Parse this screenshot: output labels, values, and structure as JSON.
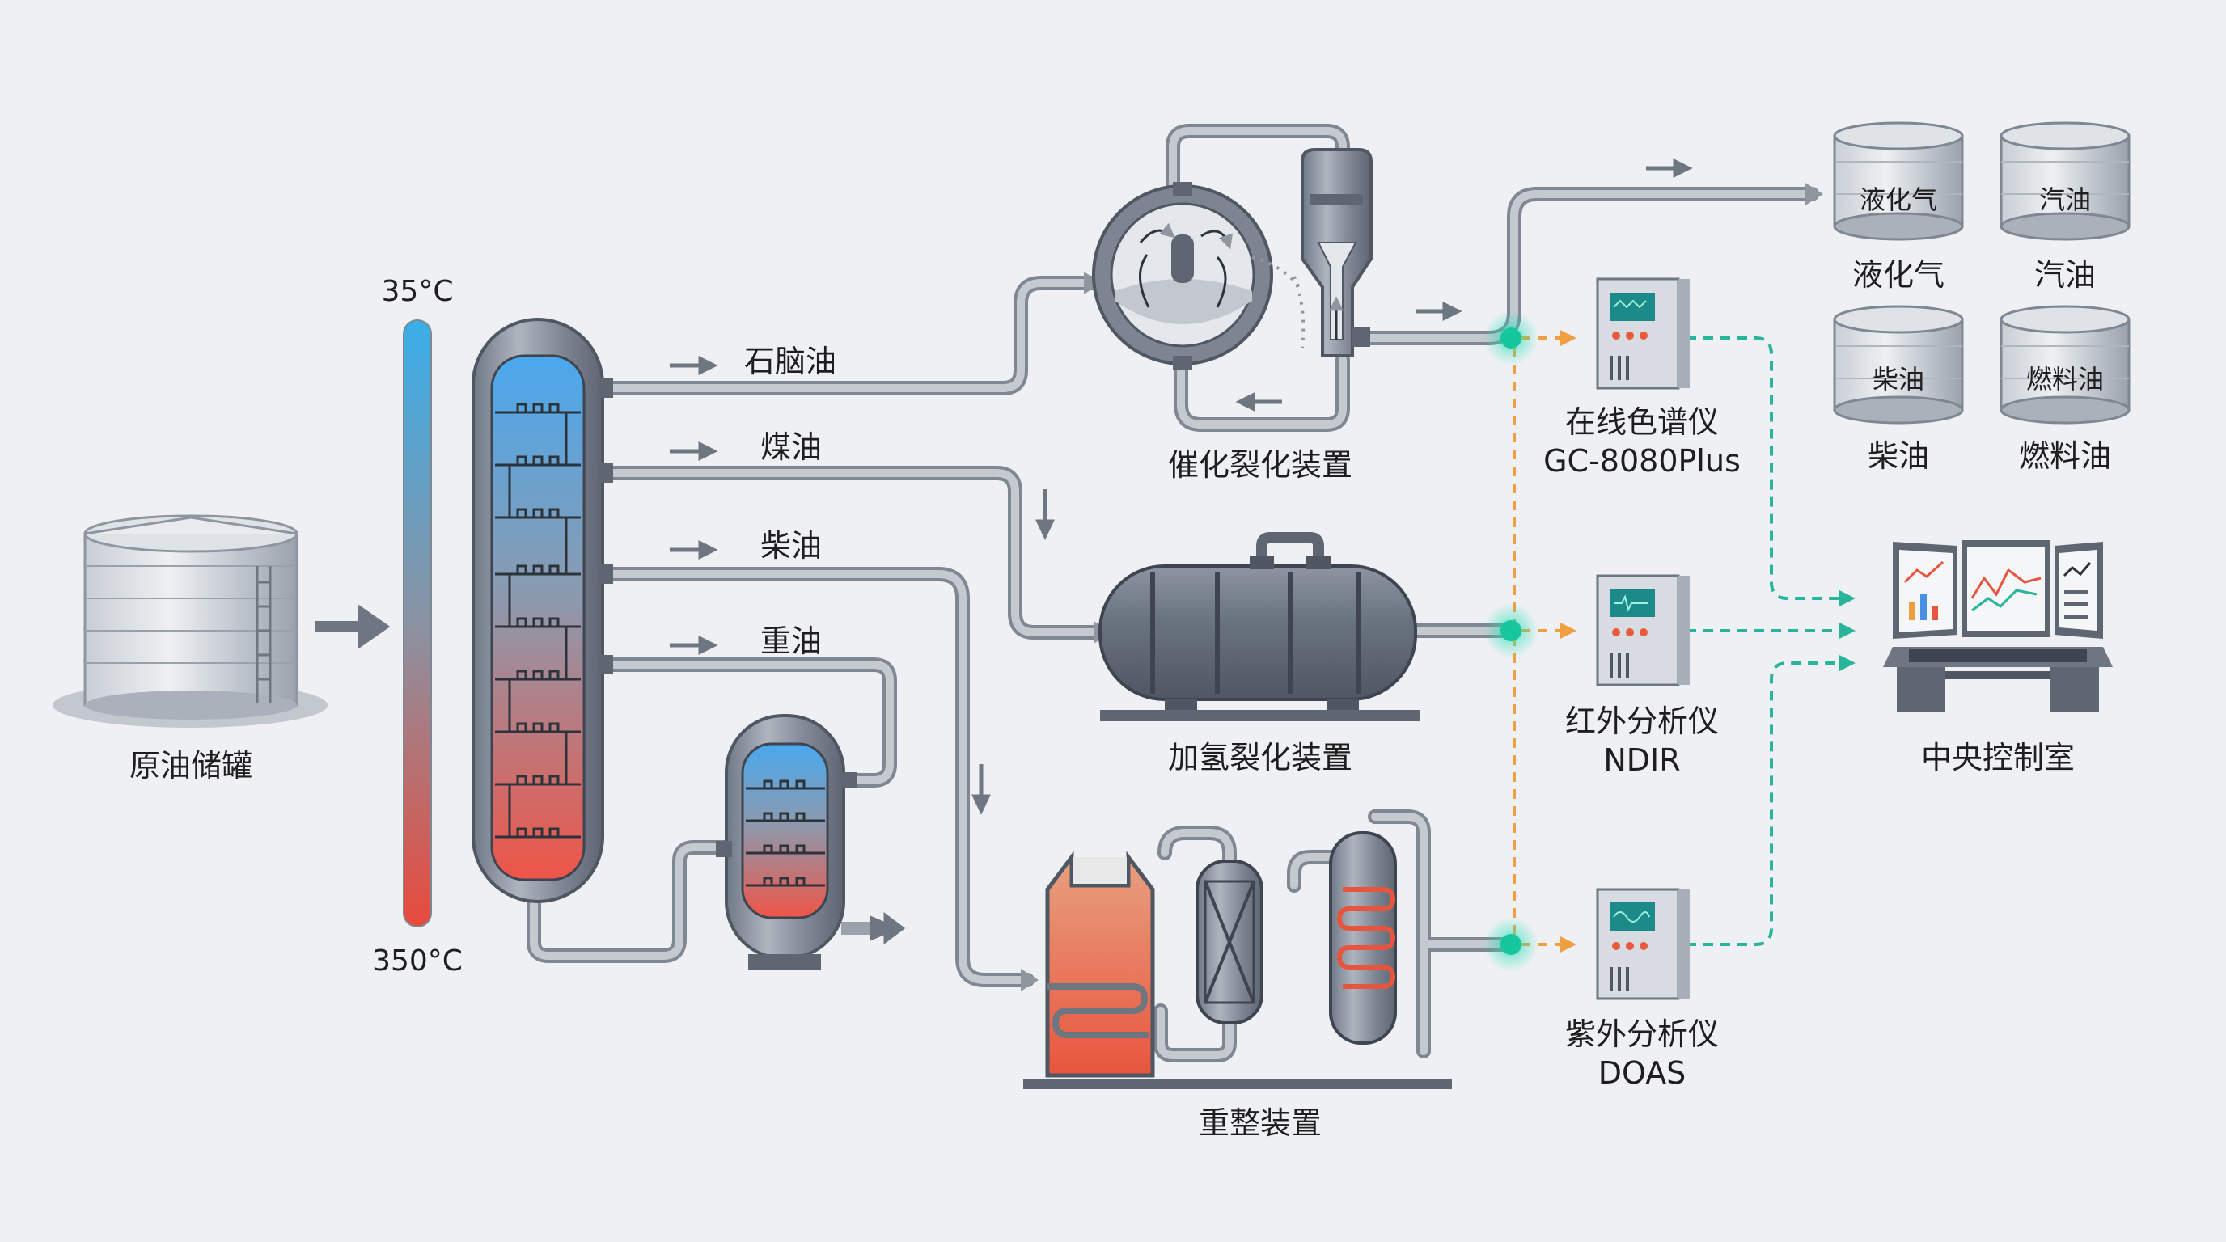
{
  "temperature": {
    "top": "35°C",
    "bottom": "350°C"
  },
  "storage": {
    "label": "原油储罐"
  },
  "fractions": {
    "naphtha": "石脑油",
    "kerosene": "煤油",
    "diesel": "柴油",
    "heavy": "重油"
  },
  "units": {
    "fcc": "催化裂化装置",
    "hydrocracker": "加氢裂化装置",
    "reformer": "重整装置"
  },
  "analyzers": [
    {
      "name": "在线色谱仪",
      "model": "GC-8080Plus"
    },
    {
      "name": "红外分析仪",
      "model": "NDIR"
    },
    {
      "name": "紫外分析仪",
      "model": "DOAS"
    }
  ],
  "products": [
    {
      "tank_label": "液化气",
      "label": "液化气"
    },
    {
      "tank_label": "汽油",
      "label": "汽油"
    },
    {
      "tank_label": "柴油",
      "label": "柴油"
    },
    {
      "tank_label": "燃料油",
      "label": "燃料油"
    }
  ],
  "control_room": {
    "label": "中央控制室"
  },
  "colors": {
    "pipe": "#9aa1ab",
    "sensor": "#1de0b4",
    "signal_orange": "#f0a040",
    "signal_green": "#28b59a",
    "hot": "#e84a3c",
    "cold": "#3aaee8"
  }
}
